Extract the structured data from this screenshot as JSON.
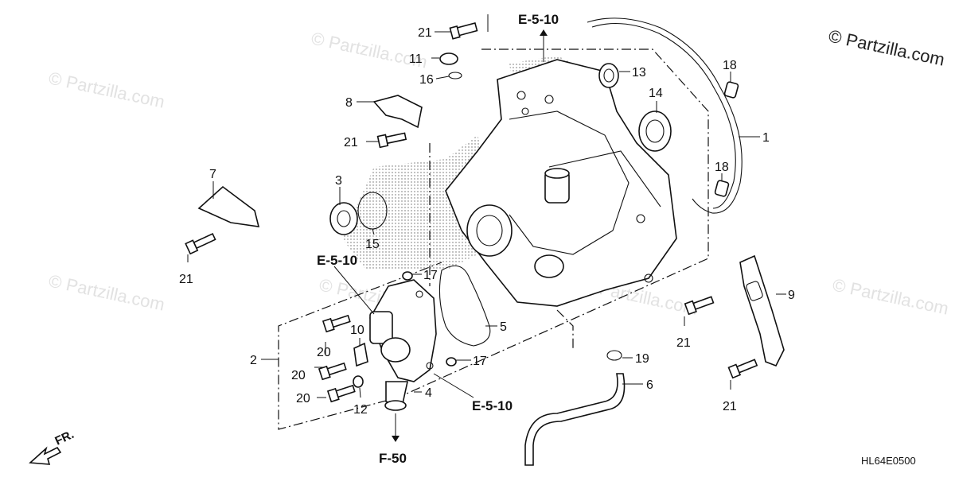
{
  "diagram": {
    "watermark_text": "© Partzilla.com",
    "watermark_corner": "© Partzilla.com",
    "diagram_code": "HL64E0500",
    "front_label": "FR.",
    "refs": {
      "top": "E-5-10",
      "left": "E-5-10",
      "bottom": "E-5-10",
      "f50": "F-50"
    },
    "callouts": [
      {
        "id": "c21a",
        "num": "21"
      },
      {
        "id": "c11",
        "num": "11"
      },
      {
        "id": "c16",
        "num": "16"
      },
      {
        "id": "c8",
        "num": "8"
      },
      {
        "id": "c21b",
        "num": "21"
      },
      {
        "id": "c7",
        "num": "7"
      },
      {
        "id": "c3",
        "num": "3"
      },
      {
        "id": "c15",
        "num": "15"
      },
      {
        "id": "c21c",
        "num": "21"
      },
      {
        "id": "c13",
        "num": "13"
      },
      {
        "id": "c14",
        "num": "14"
      },
      {
        "id": "c18a",
        "num": "18"
      },
      {
        "id": "c1",
        "num": "1"
      },
      {
        "id": "c18b",
        "num": "18"
      },
      {
        "id": "c17a",
        "num": "17"
      },
      {
        "id": "c17b",
        "num": "17"
      },
      {
        "id": "c5",
        "num": "5"
      },
      {
        "id": "c10",
        "num": "10"
      },
      {
        "id": "c20a",
        "num": "20"
      },
      {
        "id": "c20b",
        "num": "20"
      },
      {
        "id": "c20c",
        "num": "20"
      },
      {
        "id": "c2",
        "num": "2"
      },
      {
        "id": "c12",
        "num": "12"
      },
      {
        "id": "c4",
        "num": "4"
      },
      {
        "id": "c19",
        "num": "19"
      },
      {
        "id": "c6",
        "num": "6"
      },
      {
        "id": "c9",
        "num": "9"
      },
      {
        "id": "c21d",
        "num": "21"
      },
      {
        "id": "c21e",
        "num": "21"
      }
    ]
  }
}
